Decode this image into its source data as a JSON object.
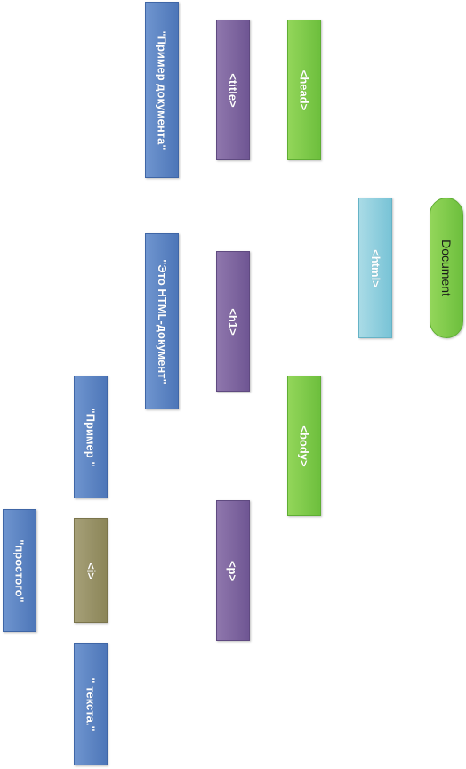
{
  "nodes": {
    "document": "Document",
    "html": "<html>",
    "head": "<head>",
    "body": "<body>",
    "title": "<title>",
    "h1": "<h1>",
    "p": "<p>",
    "text_title": "\"Пример документа\"",
    "text_h1": "\"Это HTML-документ\"",
    "text_primer": "\"Пример \"",
    "i": "<i>",
    "text_teksta": "\" текста.\"",
    "text_prostogo": "\"простого\""
  },
  "colors": {
    "document": "#7cc84a",
    "html": "#8ccfdf",
    "head_body": "#7cc84a",
    "element": "#7f66a0",
    "text": "#5b84c4",
    "italic": "#989268"
  }
}
